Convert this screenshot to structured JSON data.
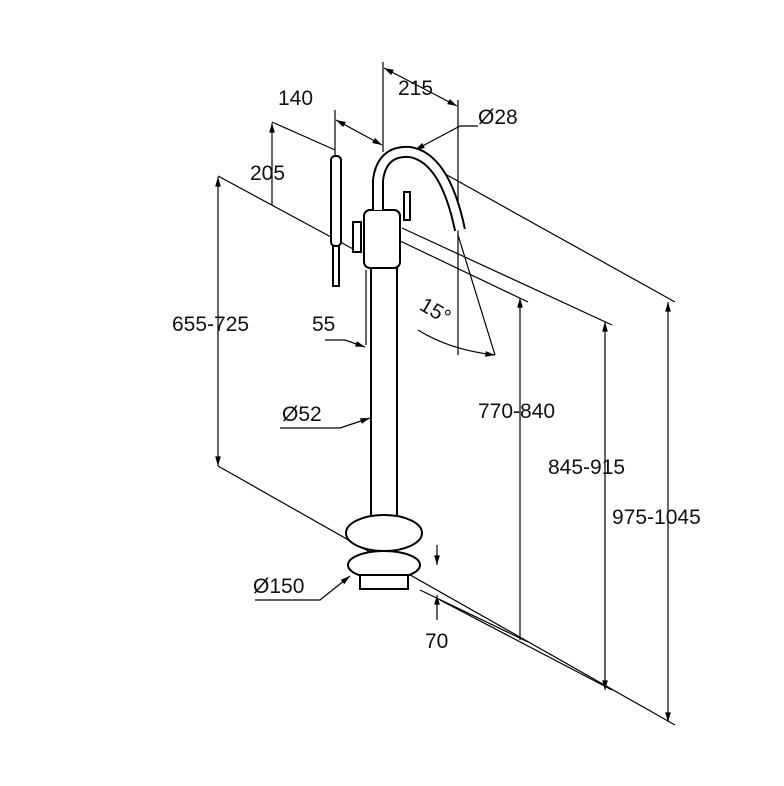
{
  "dimensions": {
    "d140": "140",
    "d215": "215",
    "d28": "Ø28",
    "d205": "205",
    "d655": "655-725",
    "d55": "55",
    "angle": "15°",
    "d52": "Ø52",
    "d770": "770-840",
    "d845": "845-915",
    "d975": "975-1045",
    "d150": "Ø150",
    "d70": "70"
  }
}
